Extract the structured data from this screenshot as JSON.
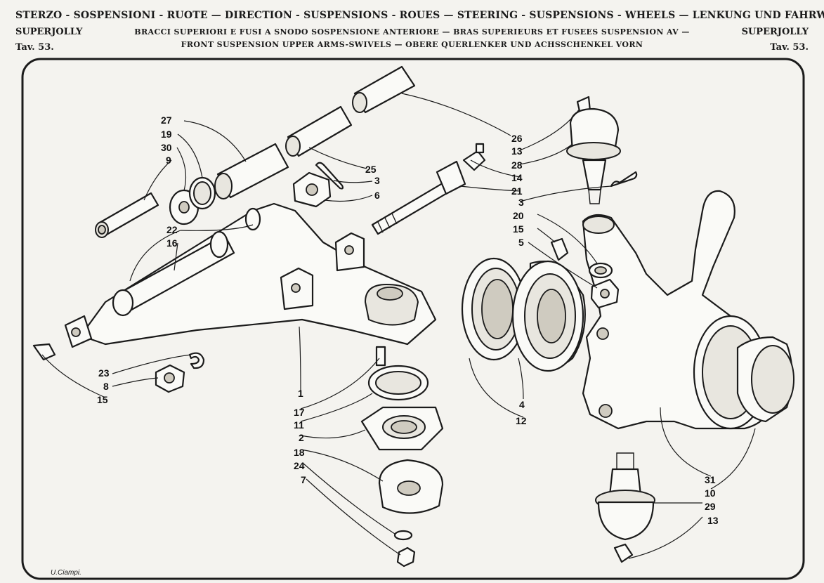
{
  "header": {
    "line1": "STERZO - SOSPENSIONI - RUOTE — DIRECTION - SUSPENSIONS - ROUES — STEERING - SUSPENSIONS - WHEELS — LENKUNG UND FAHRWERK",
    "model_left": "SUPERJOLLY",
    "model_right": "SUPERJOLLY",
    "table_left": "Tav. 53.",
    "table_right": "Tav. 53.",
    "subtitle1": "BRACCI SUPERIORI E FUSI A SNODO SOSPENSIONE ANTERIORE — BRAS SUPERIEURS ET FUSEES SUSPENSION AV —",
    "subtitle2": "FRONT SUSPENSION UPPER ARMS-SWIVELS — OBERE QUERLENKER UND ACHSSCHENKEL VORN"
  },
  "callouts": [
    {
      "id": "c27",
      "text": "27"
    },
    {
      "id": "c19",
      "text": "19"
    },
    {
      "id": "c30",
      "text": "30"
    },
    {
      "id": "c9",
      "text": "9"
    },
    {
      "id": "c22",
      "text": "22"
    },
    {
      "id": "c16",
      "text": "16"
    },
    {
      "id": "c3a",
      "text": "3"
    },
    {
      "id": "c6",
      "text": "6"
    },
    {
      "id": "c25",
      "text": "25"
    },
    {
      "id": "c26",
      "text": "26"
    },
    {
      "id": "c13a",
      "text": "13"
    },
    {
      "id": "c28",
      "text": "28"
    },
    {
      "id": "c14",
      "text": "14"
    },
    {
      "id": "c21",
      "text": "21"
    },
    {
      "id": "c3b",
      "text": "3"
    },
    {
      "id": "c20",
      "text": "20"
    },
    {
      "id": "c15a",
      "text": "15"
    },
    {
      "id": "c5",
      "text": "5"
    },
    {
      "id": "c23",
      "text": "23"
    },
    {
      "id": "c8",
      "text": "8"
    },
    {
      "id": "c15b",
      "text": "15"
    },
    {
      "id": "c1",
      "text": "1"
    },
    {
      "id": "c17",
      "text": "17"
    },
    {
      "id": "c11",
      "text": "11"
    },
    {
      "id": "c2",
      "text": "2"
    },
    {
      "id": "c18",
      "text": "18"
    },
    {
      "id": "c24",
      "text": "24"
    },
    {
      "id": "c7",
      "text": "7"
    },
    {
      "id": "c4",
      "text": "4"
    },
    {
      "id": "c12",
      "text": "12"
    },
    {
      "id": "c31",
      "text": "31"
    },
    {
      "id": "c10",
      "text": "10"
    },
    {
      "id": "c29",
      "text": "29"
    },
    {
      "id": "c13b",
      "text": "13"
    }
  ],
  "signature": "U.Ciampi."
}
